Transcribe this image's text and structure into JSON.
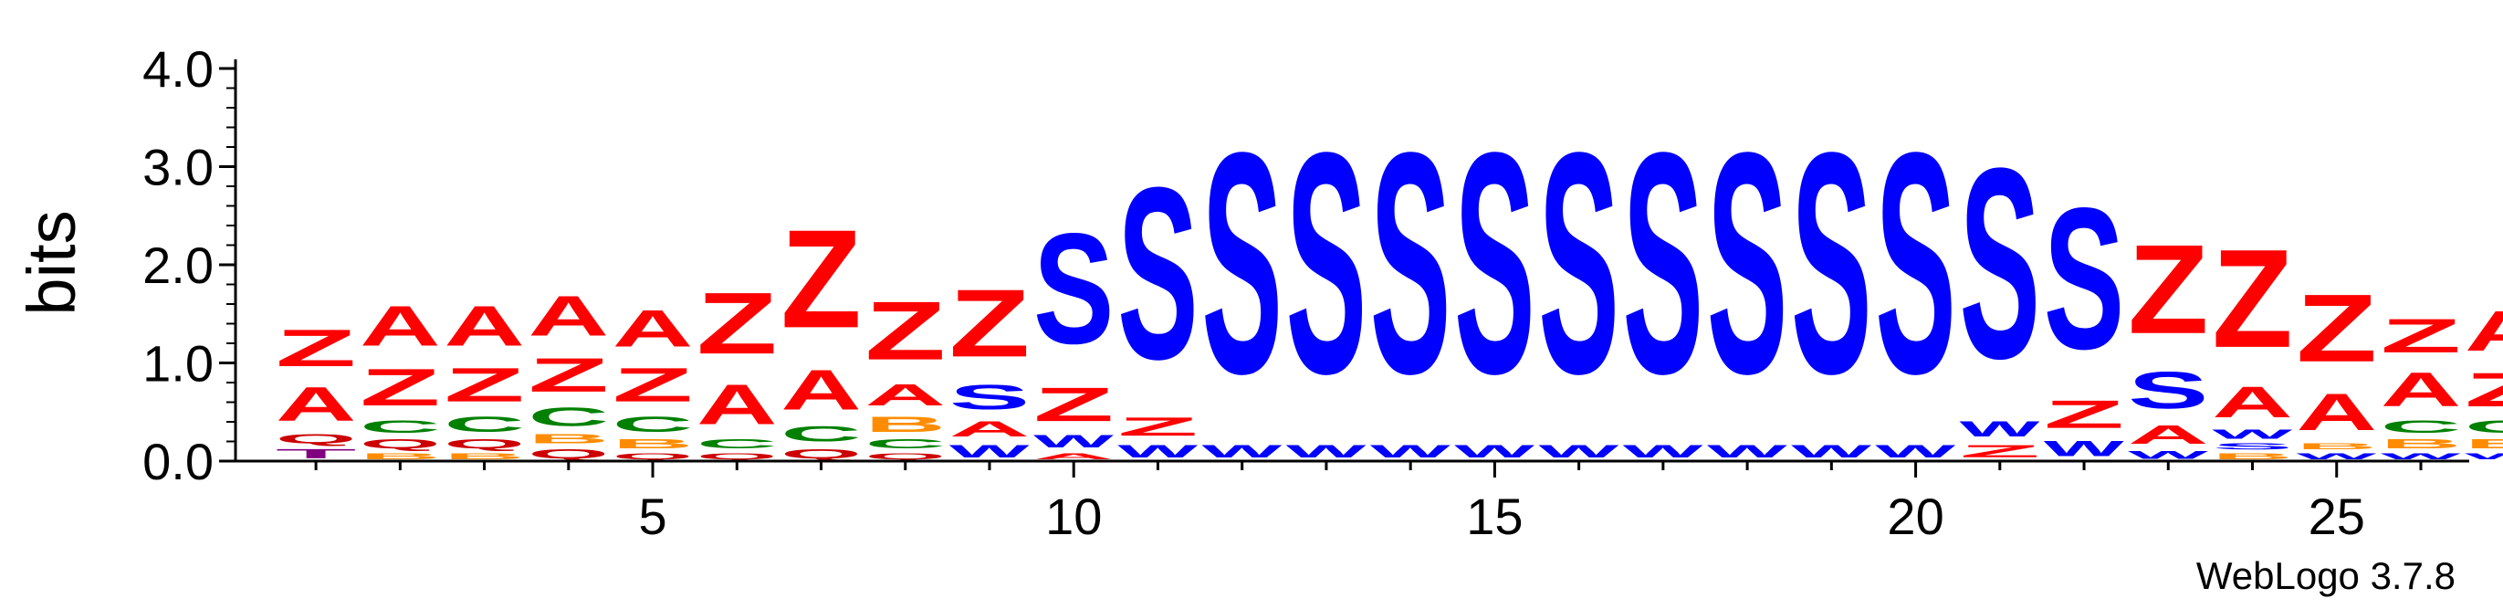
{
  "chart_data": {
    "type": "sequence-logo",
    "ylabel": "bits",
    "ylim": [
      0,
      4
    ],
    "yticks": [
      "0.0",
      "1.0",
      "2.0",
      "3.0",
      "4.0"
    ],
    "xticks": [
      5,
      10,
      15,
      20,
      25
    ],
    "credit": "WebLogo 3.7.8",
    "colors": {
      "Z": "#ff0000",
      "A": "#ff0000",
      "S": "#0000ff",
      "W": "#0000ff",
      "C": "#008000",
      "G": "#008000",
      "B": "#ff8c00",
      "Q": "#cc0000",
      "T": "#800080"
    },
    "positions": [
      {
        "pos": 1,
        "stack": [
          {
            "letter": "T",
            "height": 0.15
          },
          {
            "letter": "Q",
            "height": 0.15
          },
          {
            "letter": "A",
            "height": 0.55
          },
          {
            "letter": "Z",
            "height": 0.6
          }
        ]
      },
      {
        "pos": 2,
        "stack": [
          {
            "letter": "B",
            "height": 0.1
          },
          {
            "letter": "Q",
            "height": 0.15
          },
          {
            "letter": "C",
            "height": 0.2
          },
          {
            "letter": "Z",
            "height": 0.6
          },
          {
            "letter": "A",
            "height": 0.65
          }
        ]
      },
      {
        "pos": 3,
        "stack": [
          {
            "letter": "B",
            "height": 0.1
          },
          {
            "letter": "Q",
            "height": 0.15
          },
          {
            "letter": "C",
            "height": 0.25
          },
          {
            "letter": "Z",
            "height": 0.55
          },
          {
            "letter": "A",
            "height": 0.65
          }
        ]
      },
      {
        "pos": 4,
        "stack": [
          {
            "letter": "Q",
            "height": 0.15
          },
          {
            "letter": "B",
            "height": 0.15
          },
          {
            "letter": "C",
            "height": 0.3
          },
          {
            "letter": "Z",
            "height": 0.55
          },
          {
            "letter": "A",
            "height": 0.65
          }
        ]
      },
      {
        "pos": 5,
        "stack": [
          {
            "letter": "Q",
            "height": 0.1
          },
          {
            "letter": "B",
            "height": 0.15
          },
          {
            "letter": "C",
            "height": 0.25
          },
          {
            "letter": "Z",
            "height": 0.55
          },
          {
            "letter": "A",
            "height": 0.6
          }
        ]
      },
      {
        "pos": 6,
        "stack": [
          {
            "letter": "Q",
            "height": 0.1
          },
          {
            "letter": "C",
            "height": 0.15
          },
          {
            "letter": "A",
            "height": 0.65
          },
          {
            "letter": "Z",
            "height": 1.0
          }
        ]
      },
      {
        "pos": 7,
        "stack": [
          {
            "letter": "Q",
            "height": 0.15
          },
          {
            "letter": "C",
            "height": 0.25
          },
          {
            "letter": "A",
            "height": 0.65
          },
          {
            "letter": "Z",
            "height": 1.6
          }
        ]
      },
      {
        "pos": 8,
        "stack": [
          {
            "letter": "Q",
            "height": 0.1
          },
          {
            "letter": "C",
            "height": 0.15
          },
          {
            "letter": "B",
            "height": 0.25
          },
          {
            "letter": "A",
            "height": 0.35
          },
          {
            "letter": "Z",
            "height": 0.95
          }
        ]
      },
      {
        "pos": 9,
        "stack": [
          {
            "letter": "W",
            "height": 0.2
          },
          {
            "letter": "A",
            "height": 0.25
          },
          {
            "letter": "S",
            "height": 0.4
          },
          {
            "letter": "Z",
            "height": 1.1
          }
        ]
      },
      {
        "pos": 10,
        "stack": [
          {
            "letter": "A",
            "height": 0.1
          },
          {
            "letter": "W",
            "height": 0.2
          },
          {
            "letter": "Z",
            "height": 0.55
          },
          {
            "letter": "S",
            "height": 1.8
          }
        ]
      },
      {
        "pos": 11,
        "stack": [
          {
            "letter": "W",
            "height": 0.2
          },
          {
            "letter": "Z",
            "height": 0.3
          },
          {
            "letter": "S",
            "height": 2.8
          }
        ]
      },
      {
        "pos": 12,
        "stack": [
          {
            "letter": "W",
            "height": 0.2
          },
          {
            "letter": "S",
            "height": 3.6
          }
        ]
      },
      {
        "pos": 13,
        "stack": [
          {
            "letter": "W",
            "height": 0.2
          },
          {
            "letter": "S",
            "height": 3.6
          }
        ]
      },
      {
        "pos": 14,
        "stack": [
          {
            "letter": "W",
            "height": 0.2
          },
          {
            "letter": "S",
            "height": 3.6
          }
        ]
      },
      {
        "pos": 15,
        "stack": [
          {
            "letter": "W",
            "height": 0.2
          },
          {
            "letter": "S",
            "height": 3.6
          }
        ]
      },
      {
        "pos": 16,
        "stack": [
          {
            "letter": "W",
            "height": 0.2
          },
          {
            "letter": "S",
            "height": 3.6
          }
        ]
      },
      {
        "pos": 17,
        "stack": [
          {
            "letter": "W",
            "height": 0.2
          },
          {
            "letter": "S",
            "height": 3.6
          }
        ]
      },
      {
        "pos": 18,
        "stack": [
          {
            "letter": "W",
            "height": 0.2
          },
          {
            "letter": "S",
            "height": 3.6
          }
        ]
      },
      {
        "pos": 19,
        "stack": [
          {
            "letter": "W",
            "height": 0.2
          },
          {
            "letter": "S",
            "height": 3.6
          }
        ]
      },
      {
        "pos": 20,
        "stack": [
          {
            "letter": "W",
            "height": 0.2
          },
          {
            "letter": "S",
            "height": 3.6
          }
        ]
      },
      {
        "pos": 21,
        "stack": [
          {
            "letter": "Z",
            "height": 0.2
          },
          {
            "letter": "W",
            "height": 0.25
          },
          {
            "letter": "S",
            "height": 3.1
          }
        ]
      },
      {
        "pos": 22,
        "stack": [
          {
            "letter": "W",
            "height": 0.25
          },
          {
            "letter": "Z",
            "height": 0.45
          },
          {
            "letter": "S",
            "height": 2.3
          }
        ]
      },
      {
        "pos": 23,
        "stack": [
          {
            "letter": "W",
            "height": 0.12
          },
          {
            "letter": "A",
            "height": 0.3
          },
          {
            "letter": "S",
            "height": 0.6
          },
          {
            "letter": "Z",
            "height": 1.45
          }
        ]
      },
      {
        "pos": 24,
        "stack": [
          {
            "letter": "B",
            "height": 0.1
          },
          {
            "letter": "S",
            "height": 0.1
          },
          {
            "letter": "W",
            "height": 0.15
          },
          {
            "letter": "A",
            "height": 0.5
          },
          {
            "letter": "Z",
            "height": 1.6
          }
        ]
      },
      {
        "pos": 25,
        "stack": [
          {
            "letter": "W",
            "height": 0.1
          },
          {
            "letter": "B",
            "height": 0.1
          },
          {
            "letter": "A",
            "height": 0.6
          },
          {
            "letter": "Z",
            "height": 1.1
          }
        ]
      },
      {
        "pos": 26,
        "stack": [
          {
            "letter": "W",
            "height": 0.1
          },
          {
            "letter": "B",
            "height": 0.15
          },
          {
            "letter": "C",
            "height": 0.2
          },
          {
            "letter": "A",
            "height": 0.55
          },
          {
            "letter": "Z",
            "height": 0.55
          }
        ]
      },
      {
        "pos": 27,
        "stack": [
          {
            "letter": "W",
            "height": 0.1
          },
          {
            "letter": "B",
            "height": 0.15
          },
          {
            "letter": "C",
            "height": 0.2
          },
          {
            "letter": "Z",
            "height": 0.55
          },
          {
            "letter": "A",
            "height": 0.65
          }
        ]
      }
    ]
  }
}
